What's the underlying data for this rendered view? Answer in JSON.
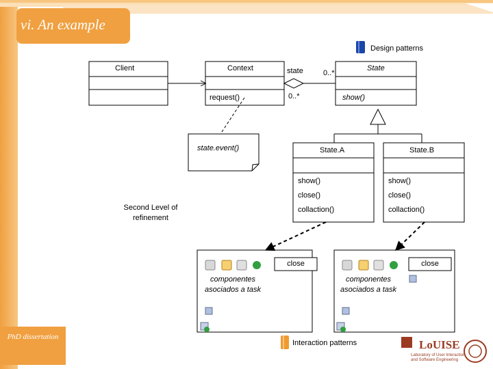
{
  "slide": {
    "title": "vi. An example",
    "footer": "PhD dissertation",
    "logo_text": "LoUISE",
    "logo_subtitle": "Laboratory of User Interaction and Software Engineering"
  },
  "tags": {
    "design_patterns": "Design patterns",
    "interaction_patterns": "Interaction patterns"
  },
  "uml": {
    "client": {
      "name": "Client"
    },
    "context": {
      "name": "Context",
      "method": "request()"
    },
    "state": {
      "name": "State",
      "method": "show()"
    },
    "state_a": {
      "name": "State.A",
      "methods": [
        "show()",
        "close()",
        "collaction()"
      ]
    },
    "state_b": {
      "name": "State.B",
      "methods": [
        "show()",
        "close()",
        "collaction()"
      ]
    },
    "assoc_role": "state",
    "assoc_mult_top": "0..*",
    "assoc_mult_bottom": "0..*",
    "note": "state.event()",
    "refinement_label": "Second Level of refinement"
  },
  "components": {
    "left": {
      "button": "close",
      "text": "componentes asociados a task"
    },
    "right": {
      "button": "close",
      "text": "componentes asociados a task"
    }
  },
  "colors": {
    "accent_orange": "#f0a040",
    "book_blue": "#1a46a8",
    "book_orange": "#f09a30",
    "logo_red": "#9a3b22"
  }
}
